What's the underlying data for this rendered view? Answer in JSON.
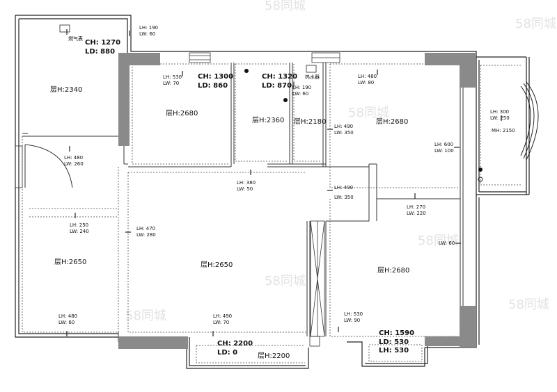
{
  "watermark": "58同城",
  "rooms": {
    "top_left": "层H:2340",
    "bedroom_top": "层H:2680",
    "bath_mid": "层H:2360",
    "corridor": "层H:2180",
    "bedroom_top_right": "层H:2680",
    "bedroom_left": "层H:2650",
    "living": "层H:2650",
    "dining": "层H:2680",
    "balcony": "层H:2200"
  },
  "fixtures": {
    "gas_meter": "燃气表",
    "water_heater": "热水器"
  },
  "ceiling_labels": {
    "gas_ch": "CH: 1270",
    "gas_ld": "LD: 880",
    "bed_ch": "CH: 1300",
    "bed_ld": "LD: 860",
    "bath_ch": "CH: 1320",
    "bath_ld": "LD: 870",
    "balcony_ch": "CH: 2200",
    "balcony_ld": "LD: 0",
    "corner_ch": "CH: 1590",
    "corner_ld": "LD: 530",
    "corner_lh": "LH: 530"
  },
  "dimension_tags": {
    "t1a": "LH: 190",
    "t1b": "LW: 60",
    "t2a": "LH: 530",
    "t2b": "LW: 70",
    "t3a": "LH: 190",
    "t3b": "LW: 60",
    "t4a": "LH: 480",
    "t4b": "LW: 80",
    "t5a": "LH: 300",
    "t5b": "LW: 250",
    "t6": "MH: 2150",
    "t7a": "LH: 480",
    "t7b": "LW: 260",
    "t8a": "LH: 490",
    "t8b": "LW: 350",
    "t9a": "LH: 600",
    "t9b": "LW: 100",
    "t10a": "LH: 380",
    "t10b": "LW: 50",
    "t11a": "LH: 490",
    "t11b": "LW: 350",
    "t12a": "LH: 270",
    "t12b": "LW: 220",
    "t13a": "LH: 250",
    "t13b": "LW: 240",
    "t14a": "LH: 470",
    "t14b": "LW: 280",
    "t15": "LW: 60",
    "t16a": "LH: 480",
    "t16b": "LW: 60",
    "t17a": "LH: 490",
    "t17b": "LW: 70",
    "t18a": "LH: 530",
    "t18b": "LW: 90"
  }
}
